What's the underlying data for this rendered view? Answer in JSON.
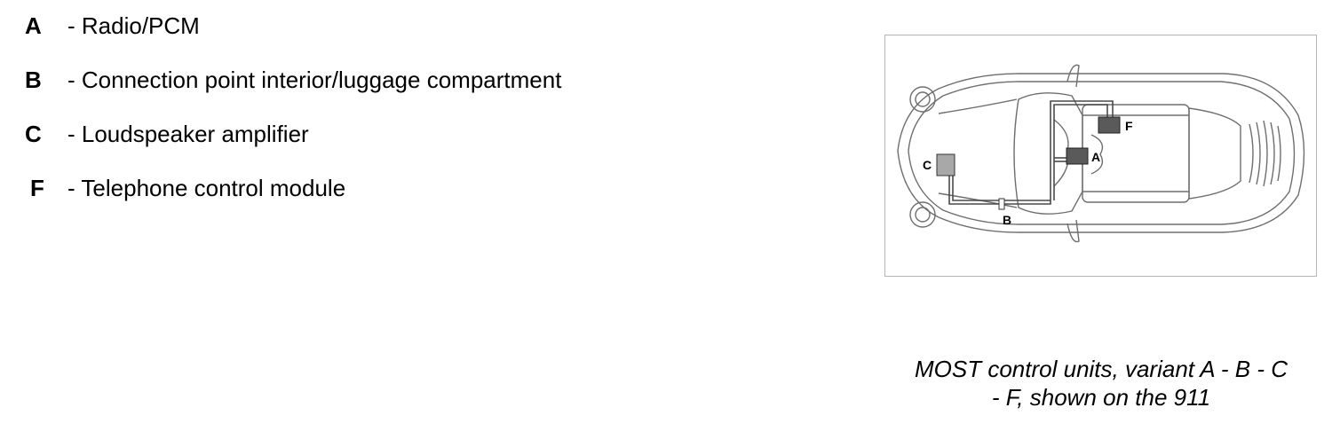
{
  "legend": [
    {
      "key": "A",
      "text": "- Radio/PCM"
    },
    {
      "key": "B",
      "text": "- Connection point interior/luggage compartment"
    },
    {
      "key": "C",
      "text": "- Loudspeaker amplifier"
    },
    {
      "key": "F",
      "text": "- Telephone control module"
    }
  ],
  "diagram": {
    "labels": {
      "a": "A",
      "b": "B",
      "c": "C",
      "f": "F"
    },
    "colors": {
      "dark_module": "#5a5a5a",
      "light_module": "#a8a8a8",
      "outline": "#6e6e6e"
    }
  },
  "caption": {
    "line1": "MOST control units, variant A - B - C",
    "line2": "- F, shown on the 911"
  }
}
